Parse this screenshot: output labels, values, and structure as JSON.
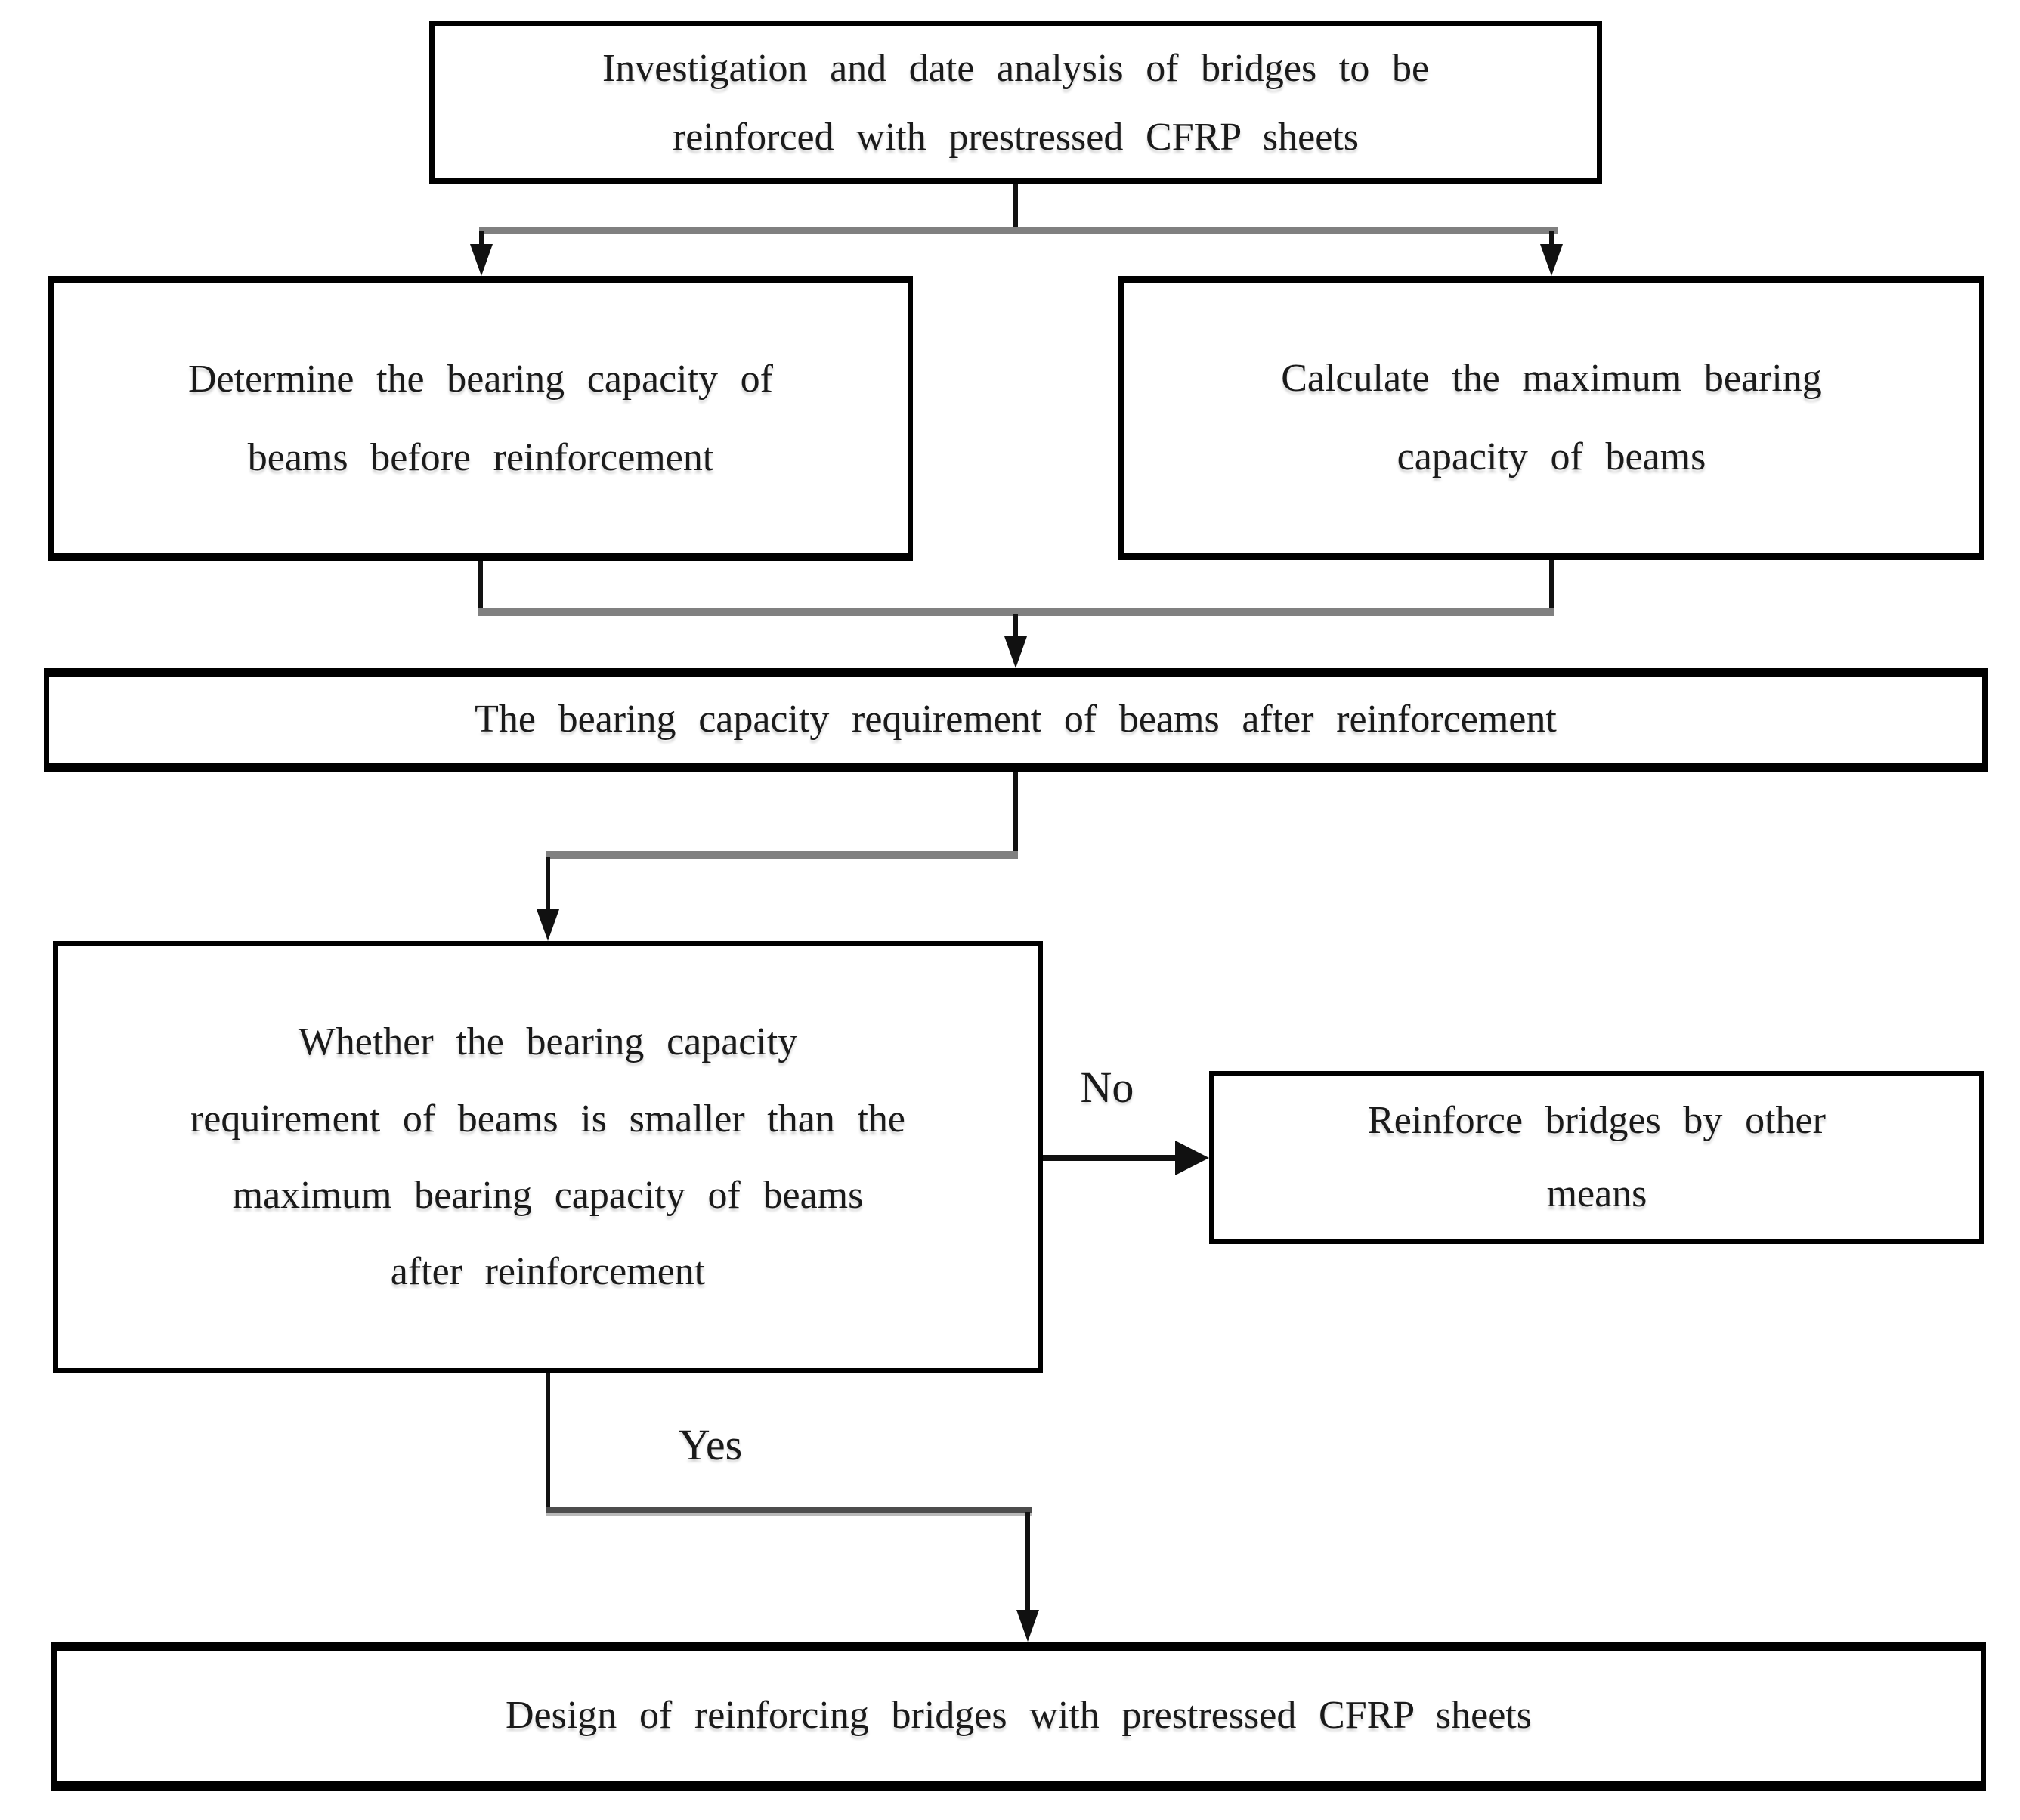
{
  "nodes": {
    "investigation": {
      "text": "Investigation and date analysis of bridges to be\nreinforced with prestressed CFRP sheets"
    },
    "determine": {
      "text": "Determine the bearing capacity of\nbeams before reinforcement"
    },
    "calculate": {
      "text": "Calculate the maximum bearing\ncapacity of beams"
    },
    "requirement": {
      "text": "The bearing capacity requirement of beams after reinforcement"
    },
    "decision": {
      "text": "Whether the bearing capacity\nrequirement of beams is smaller than the\nmaximum bearing capacity of beams\nafter reinforcement"
    },
    "other_means": {
      "text": "Reinforce bridges by other\nmeans"
    },
    "design": {
      "text": "Design of reinforcing bridges with prestressed CFRP sheets"
    }
  },
  "labels": {
    "no": "No",
    "yes": "Yes"
  },
  "edges": [
    {
      "from": "investigation",
      "to": "determine",
      "label": ""
    },
    {
      "from": "investigation",
      "to": "calculate",
      "label": ""
    },
    {
      "from": "determine",
      "to": "requirement",
      "label": ""
    },
    {
      "from": "calculate",
      "to": "requirement",
      "label": ""
    },
    {
      "from": "requirement",
      "to": "decision",
      "label": ""
    },
    {
      "from": "decision",
      "to": "other_means",
      "label": "No"
    },
    {
      "from": "decision",
      "to": "design",
      "label": "Yes"
    }
  ],
  "colors": {
    "background": "#ffffff",
    "box_border": "#000000",
    "text": "#1a1a1a",
    "connector_black": "#111111",
    "connector_gray": "#808080",
    "connector_dark_gray": "#4d4d4d"
  }
}
